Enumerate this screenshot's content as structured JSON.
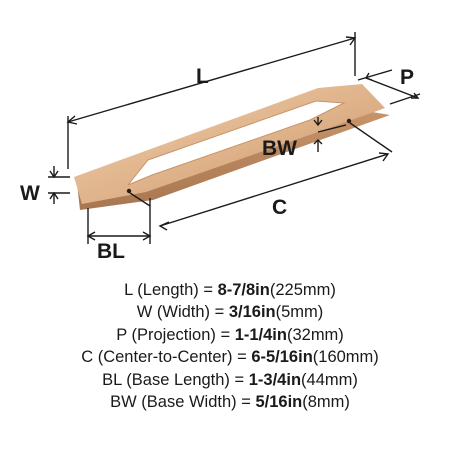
{
  "diagram": {
    "labels": {
      "length": "L",
      "projection": "P",
      "width": "W",
      "base_width": "BW",
      "base_length": "BL",
      "center_to_center": "C"
    },
    "colors": {
      "finish_light": "#e8c09a",
      "finish_dark": "#b8855c",
      "line": "#1a1a1a"
    }
  },
  "specs": [
    {
      "code": "L",
      "name": "(Length)",
      "eq": " = ",
      "imperial": "8-7/8in",
      "metric": "(225mm)"
    },
    {
      "code": "W",
      "name": "(Width)",
      "eq": " = ",
      "imperial": "3/16in",
      "metric": "(5mm)"
    },
    {
      "code": "P",
      "name": "(Projection)",
      "eq": " = ",
      "imperial": "1-1/4in",
      "metric": "(32mm)"
    },
    {
      "code": "C",
      "name": "(Center-to-Center)",
      "eq": " = ",
      "imperial": "6-5/16in",
      "metric": "(160mm)"
    },
    {
      "code": "BL",
      "name": "(Base Length)",
      "eq": " = ",
      "imperial": "1-3/4in",
      "metric": "(44mm)"
    },
    {
      "code": "BW",
      "name": "(Base Width)",
      "eq": " = ",
      "imperial": "5/16in",
      "metric": "(8mm)"
    }
  ]
}
